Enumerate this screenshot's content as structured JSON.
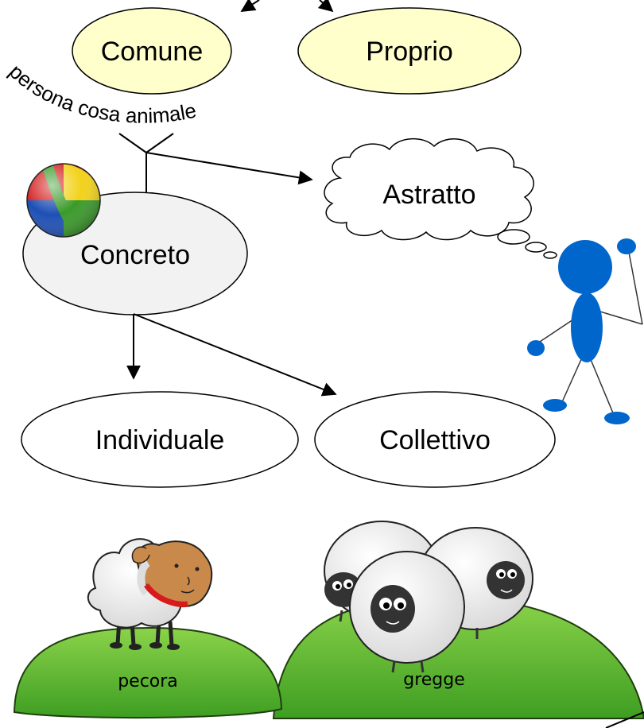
{
  "nodes": {
    "comune": "Comune",
    "proprio": "Proprio",
    "astratto": "Astratto",
    "concreto": "Concreto",
    "individuale": "Individuale",
    "collettivo": "Collettivo"
  },
  "arc_text": "persona cosa animale",
  "hills": {
    "left": "pecora",
    "right": "gregge"
  },
  "colors": {
    "top_nodes": "#FFFFCC",
    "concreto": "#F2F2F2",
    "stick_figure": "#0066CC",
    "hill_green": "#5CB82E",
    "ball_red": "#D42020",
    "ball_blue": "#1E4FB5",
    "ball_green": "#3A9A2A",
    "ball_yellow": "#F2D21B",
    "sheep_face": "#C8894A",
    "sheep_collar": "#D91A1A"
  },
  "icons": [
    "ball-icon",
    "thought-cloud",
    "stick-figure-thinking",
    "sheep-single",
    "sheep-flock",
    "hill"
  ]
}
